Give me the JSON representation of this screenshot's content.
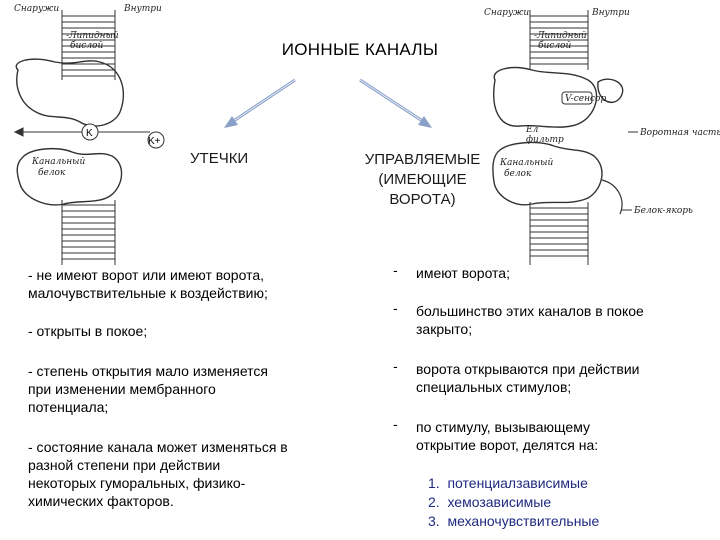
{
  "title": "ИОННЫЕ КАНАЛЫ",
  "left_header": "УТЕЧКИ",
  "right_header": [
    "УПРАВЛЯЕМЫЕ",
    "(ИМЕЮЩИЕ",
    "ВОРОТА)"
  ],
  "left_items": [
    [
      "- не имеют ворот или имеют ворота,",
      "малочувствительные к воздействию;"
    ],
    [
      "- открыты в покое;"
    ],
    [
      "- степень открытия мало изменяется",
      "при изменении мембранного",
      "потенциала;"
    ],
    [
      "- состояние канала может изменяться в",
      "разной степени при действии",
      "некоторых гуморальных, физико-",
      "химических факторов."
    ]
  ],
  "right_items": [
    [
      "имеют ворота;"
    ],
    [
      "большинство этих каналов в покое",
      "закрыто;"
    ],
    [
      "ворота открываются при действии",
      "специальных стимулов;"
    ],
    [
      "по стимулу, вызывающему",
      "открытие ворот, делятся на:"
    ]
  ],
  "numbered": [
    "потенциалзависимые",
    "хемозависимые",
    "механочувствительные"
  ],
  "left_figure": {
    "outside": "Снаружи",
    "inside": "Внутри",
    "bilayer": [
      "-Липидный",
      "бислой"
    ],
    "ion_in_channel": "K",
    "ion_outside": "K+",
    "channel_protein": [
      "Канальный",
      "белок"
    ]
  },
  "right_figure": {
    "outside": "Снаружи",
    "inside": "Внутри",
    "bilayer": [
      "-Липидный",
      "бислой"
    ],
    "sensor": "V-сенсор",
    "filter": [
      "Ел",
      "фильтр"
    ],
    "gate": "Воротная часть",
    "channel_protein": [
      "Канальный",
      "белок"
    ],
    "anchor": "Белок-якорь"
  },
  "colors": {
    "arrow": "#8aa0c8",
    "numbered_text": "#1f2a80"
  }
}
